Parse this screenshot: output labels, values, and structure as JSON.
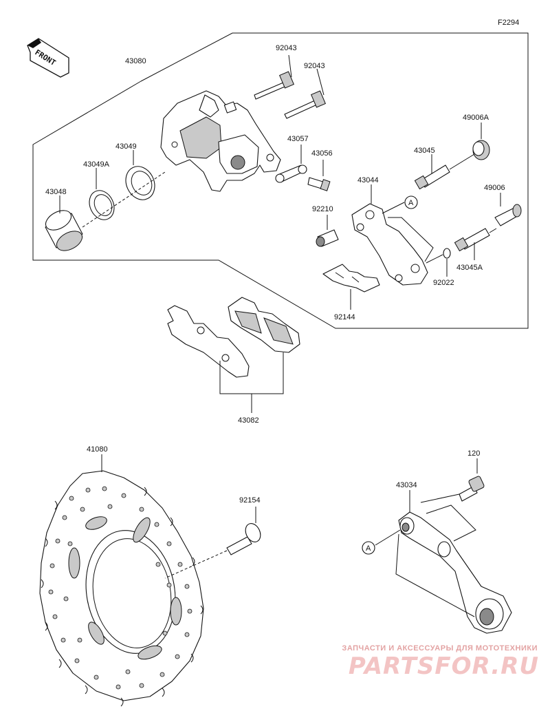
{
  "figure_code": "F2294",
  "front_label": "FRONT",
  "callout_a": "A",
  "parts": {
    "caliper_assy": "43080",
    "pin_upper": "92043",
    "pin_lower": "92043",
    "piston_seal_dust": "43049",
    "piston_seal": "43049A",
    "piston": "43048",
    "bleed_valve_cap": "43057",
    "bleed_valve": "43056",
    "slide_pin_boot": "49006A",
    "slide_pin": "43045",
    "holder": "43044",
    "boot_2": "49006",
    "sleeve": "92210",
    "slide_pin_a": "43045A",
    "circlip": "92022",
    "pad_spring": "92144",
    "pad_set": "43082",
    "disc": "41080",
    "disc_bolt": "92154",
    "bolt_120": "120",
    "torque_link": "43034"
  },
  "watermark": {
    "tagline": "ЗАПЧАСТИ И АКСЕССУАРЫ ДЛЯ МОТОТЕХНИКИ",
    "logo": "PARTSFOR.RU"
  }
}
